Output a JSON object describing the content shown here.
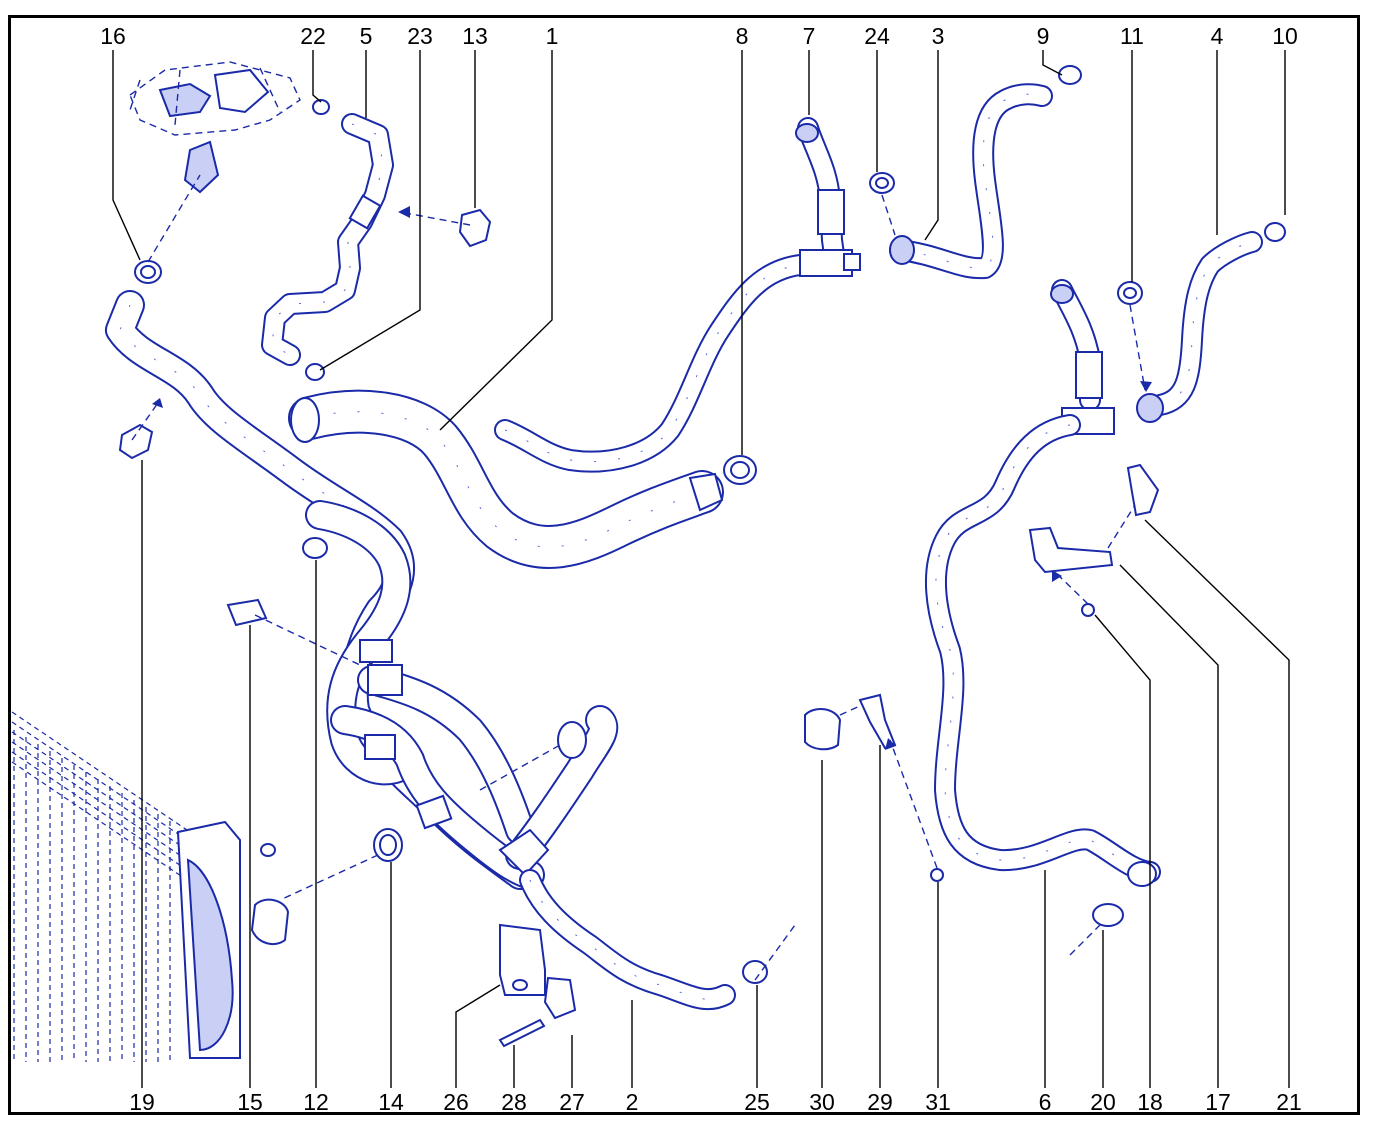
{
  "callouts": {
    "top": [
      "16",
      "22",
      "5",
      "23",
      "13",
      "1",
      "8",
      "7",
      "24",
      "3",
      "9",
      "11",
      "4",
      "10"
    ],
    "bottom": [
      "19",
      "15",
      "12",
      "14",
      "26",
      "28",
      "27",
      "2",
      "25",
      "30",
      "29",
      "31",
      "6",
      "20",
      "18",
      "17",
      "21"
    ]
  },
  "colors": {
    "line_art": "#1a2aa8",
    "leader_lines": "#000000",
    "frame": "#000000",
    "background": "#ffffff"
  }
}
